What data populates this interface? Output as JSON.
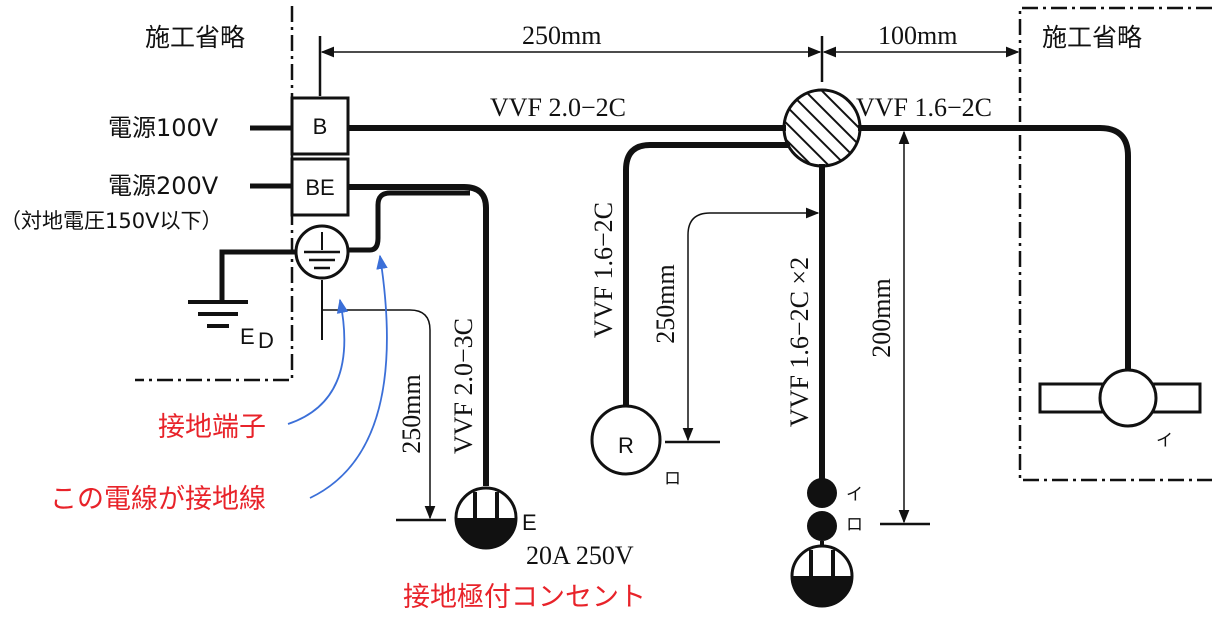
{
  "omitted_left": "施工省略",
  "omitted_right": "施工省略",
  "power_100v": "電源100V",
  "power_200v": "電源200V",
  "power_200v_note": "（対地電圧150V以下）",
  "breaker_b": "B",
  "breaker_be": "BE",
  "ground_label_main": "E",
  "ground_label_sub": "D",
  "dims": {
    "top_left": "250mm",
    "top_right": "100mm",
    "vertical_receptacle": "250mm",
    "vertical_r": "250mm",
    "vertical_right": "200mm"
  },
  "cables": {
    "main": "VVF 2.0−2C",
    "right": "VVF 1.6−2C",
    "receptacle": "VVF 2.0−3C",
    "r_lamp": "VVF 1.6−2C",
    "switch": "VVF 1.6−2C ×2"
  },
  "receptacle_e": "E",
  "receptacle_rating": "20A 250V",
  "lamp_r": "R",
  "label_ro_r": "ロ",
  "label_i_lamp": "イ",
  "switch_i": "イ",
  "switch_ro": "ロ",
  "annotations": {
    "ground_terminal": "接地端子",
    "ground_wire": "この電線が接地線",
    "ground_receptacle": "接地極付コンセント"
  },
  "colors": {
    "wire": "#111111",
    "annotation_text": "#e8232a",
    "annotation_arrow": "#3b6fd8"
  }
}
